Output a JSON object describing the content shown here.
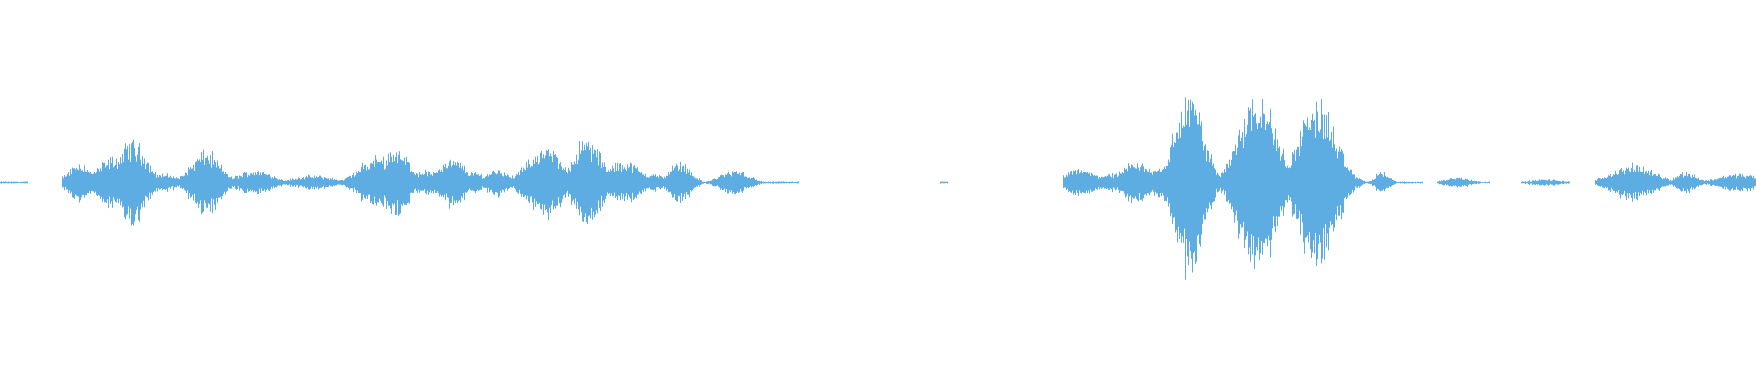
{
  "waveform": {
    "color": "#5dade2",
    "background": "#ffffff",
    "duration_fraction_segments": [
      {
        "start": 0.0,
        "end": 0.016,
        "peak": 0.03
      },
      {
        "start": 0.035,
        "end": 0.455,
        "peak": 0.28
      },
      {
        "start": 0.535,
        "end": 0.54,
        "peak": 0.01
      },
      {
        "start": 0.605,
        "end": 0.81,
        "peak": 0.55
      },
      {
        "start": 0.818,
        "end": 0.848,
        "peak": 0.03
      },
      {
        "start": 0.866,
        "end": 0.894,
        "peak": 0.02
      },
      {
        "start": 0.908,
        "end": 1.0,
        "peak": 0.1
      }
    ],
    "bursts": [
      {
        "center": 0.045,
        "width": 0.006,
        "amp": 0.12
      },
      {
        "center": 0.066,
        "width": 0.01,
        "amp": 0.15
      },
      {
        "center": 0.075,
        "width": 0.008,
        "amp": 0.24
      },
      {
        "center": 0.092,
        "width": 0.01,
        "amp": 0.05
      },
      {
        "center": 0.117,
        "width": 0.008,
        "amp": 0.18
      },
      {
        "center": 0.145,
        "width": 0.01,
        "amp": 0.07
      },
      {
        "center": 0.178,
        "width": 0.012,
        "amp": 0.04
      },
      {
        "center": 0.215,
        "width": 0.01,
        "amp": 0.15
      },
      {
        "center": 0.225,
        "width": 0.008,
        "amp": 0.2
      },
      {
        "center": 0.242,
        "width": 0.006,
        "amp": 0.07
      },
      {
        "center": 0.257,
        "width": 0.008,
        "amp": 0.14
      },
      {
        "center": 0.27,
        "width": 0.006,
        "amp": 0.06
      },
      {
        "center": 0.283,
        "width": 0.006,
        "amp": 0.08
      },
      {
        "center": 0.297,
        "width": 0.006,
        "amp": 0.05
      },
      {
        "center": 0.31,
        "width": 0.01,
        "amp": 0.2
      },
      {
        "center": 0.334,
        "width": 0.008,
        "amp": 0.25
      },
      {
        "center": 0.355,
        "width": 0.01,
        "amp": 0.12
      },
      {
        "center": 0.372,
        "width": 0.006,
        "amp": 0.05
      },
      {
        "center": 0.387,
        "width": 0.006,
        "amp": 0.12
      },
      {
        "center": 0.418,
        "width": 0.008,
        "amp": 0.07
      },
      {
        "center": 0.615,
        "width": 0.008,
        "amp": 0.08
      },
      {
        "center": 0.632,
        "width": 0.01,
        "amp": 0.05
      },
      {
        "center": 0.647,
        "width": 0.008,
        "amp": 0.12
      },
      {
        "center": 0.663,
        "width": 0.01,
        "amp": 0.1
      },
      {
        "center": 0.677,
        "width": 0.008,
        "amp": 0.52
      },
      {
        "center": 0.716,
        "width": 0.01,
        "amp": 0.55
      },
      {
        "center": 0.75,
        "width": 0.01,
        "amp": 0.48
      },
      {
        "center": 0.787,
        "width": 0.004,
        "amp": 0.06
      },
      {
        "center": 0.83,
        "width": 0.008,
        "amp": 0.03
      },
      {
        "center": 0.88,
        "width": 0.01,
        "amp": 0.02
      },
      {
        "center": 0.93,
        "width": 0.012,
        "amp": 0.1
      },
      {
        "center": 0.96,
        "width": 0.006,
        "amp": 0.06
      },
      {
        "center": 0.99,
        "width": 0.012,
        "amp": 0.05
      }
    ]
  }
}
